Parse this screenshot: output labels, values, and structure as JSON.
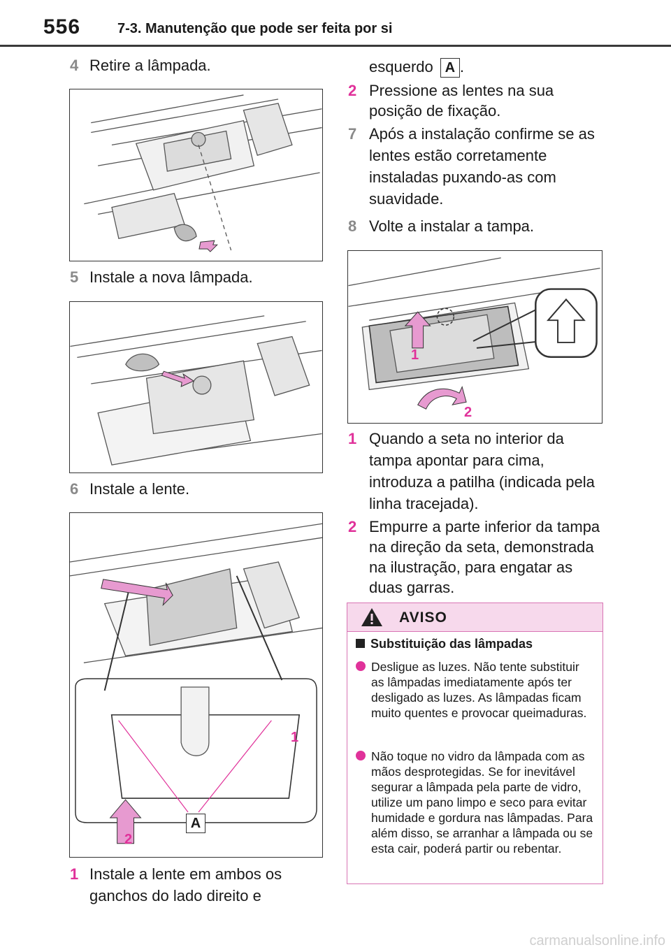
{
  "header": {
    "page_number": "556",
    "section_title": "7-3. Manutenção que pode ser feita por si"
  },
  "left_column": {
    "step4": {
      "num": "4",
      "text": "Retire a lâmpada."
    },
    "step5": {
      "num": "5",
      "text": "Instale a nova lâmpada."
    },
    "step6": {
      "num": "6",
      "text": "Instale a lente."
    },
    "substep1": {
      "num": "1",
      "text": "Instale a lente em ambos os ganchos do lado direito e"
    },
    "fig3_labels": {
      "label1": "1",
      "label2": "2",
      "labelA": "A"
    }
  },
  "right_column": {
    "cont_text": "esquerdo",
    "cont_label": "A",
    "substep2": {
      "num": "2",
      "text": "Pressione as lentes na sua posição de fixação."
    },
    "step7": {
      "num": "7",
      "text": "Após a instalação confirme se as lentes estão corretamente instaladas puxando-as com suavidade."
    },
    "step8": {
      "num": "8",
      "text": "Volte a instalar a tampa."
    },
    "fig4_labels": {
      "label1": "1",
      "label2": "2"
    },
    "sub1": {
      "num": "1",
      "text": "Quando a seta no interior da tampa apontar para cima, introduza a patilha (indicada pela linha tracejada)."
    },
    "sub2": {
      "num": "2",
      "text": "Empurre a parte inferior da tampa na direção da seta, demonstrada na ilustração, para engatar as duas garras."
    }
  },
  "warning": {
    "title": "AVISO",
    "subtitle": "Substituição das lâmpadas",
    "item1": "Desligue as luzes. Não tente substituir as lâmpadas imediatamente após ter desligado as luzes. As lâmpadas ficam muito quentes e provocar queimaduras.",
    "item2": "Não toque no vidro da lâmpada com as mãos desprotegidas. Se for inevitável segurar a lâmpada pela parte de vidro, utilize um pano limpo e seco para evitar humidade e gordura nas lâmpadas. Para além disso, se arranhar a lâmpada ou se esta cair, poderá partir ou rebentar."
  },
  "footer": {
    "watermark": "carmanualsonline.info"
  },
  "colors": {
    "accent_pink": "#e0329a",
    "warning_bg": "#f7d9ec",
    "step_gray": "#8a8a8a"
  }
}
